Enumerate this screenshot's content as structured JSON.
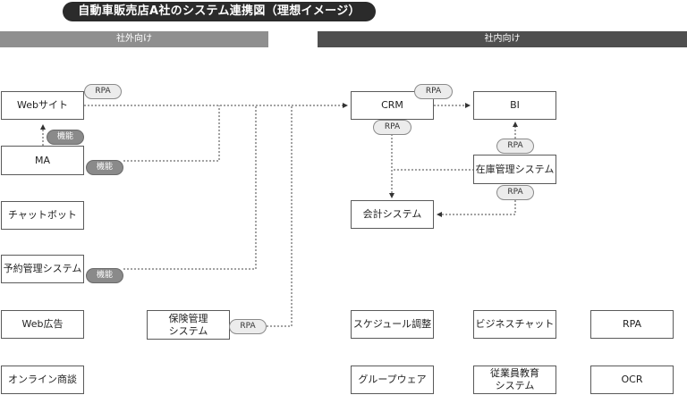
{
  "title": "自動車販売店A社のシステム連携図（理想イメージ）",
  "sections": {
    "external": "社外向け",
    "internal": "社内向け"
  },
  "nodes": {
    "web_site": "Webサイト",
    "ma": "MA",
    "chatbot": "チャットボット",
    "reservation": "予約管理システム",
    "web_ads": "Web広告",
    "online_talk": "オンライン商談",
    "insurance": "保険管理\nシステム",
    "crm": "CRM",
    "bi": "BI",
    "inventory": "在庫管理システム",
    "accounting": "会計システム",
    "schedule": "スケジュール調整",
    "groupware": "グループウェア",
    "biz_chat": "ビジネスチャット",
    "training": "従業員教育\nシステム",
    "rpa_box": "RPA",
    "ocr": "OCR"
  },
  "tags": {
    "rpa": "RPA",
    "func": "機能"
  }
}
